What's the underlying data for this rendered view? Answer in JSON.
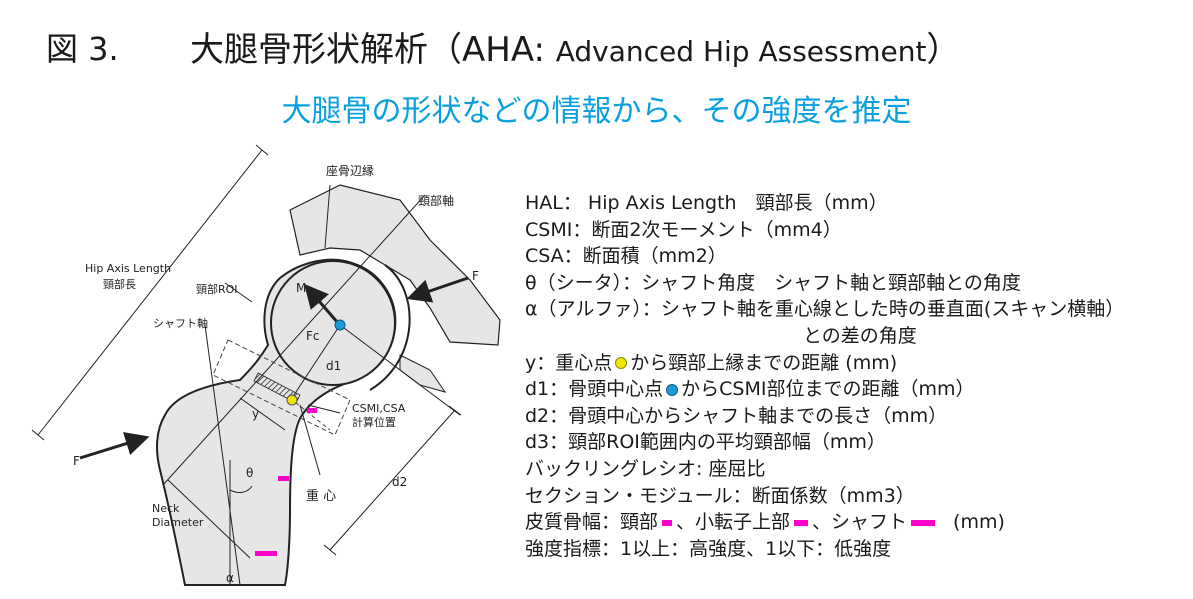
{
  "header": {
    "figure_label": "図 3.",
    "title_main": "大腿骨形状解析（AHA: ",
    "title_sub": "Advanced Hip Assessment",
    "title_close": "）",
    "subtitle": "大腿骨の形状などの情報から、その強度を推定"
  },
  "diagram": {
    "labels": {
      "acetabular_rim": "座骨辺縁",
      "neck_axis": "頸部軸",
      "hip_axis_length_en": "Hip Axis Length",
      "hip_axis_length_jp": "頸部長",
      "neck_roi": "頸部ROI",
      "shaft_axis": "シャフト軸",
      "force_top": "F",
      "force_left": "F",
      "moment": "M",
      "fc": "Fc",
      "d1": "d1",
      "d2": "d2",
      "y": "y",
      "theta": "θ",
      "csmi_csa_line1": "CSMI,CSA",
      "csmi_csa_line2": "計算位置",
      "center_of_gravity": "重 心",
      "neck_diameter_line1": "Neck",
      "neck_diameter_line2": "Diameter",
      "alpha": "α"
    },
    "colors": {
      "bone_fill": "#e6e6e6",
      "cog_dot": "#f2e600",
      "head_center_dot": "#1a9ad6",
      "cortical_marker": "#ff00cc"
    }
  },
  "legend": {
    "hal": "HAL： Hip Axis Length　頸部長（mm）",
    "csmi": "CSMI：断面2次モーメント（mm4）",
    "csa": "CSA：断面積（mm2）",
    "theta": "θ（シータ）：シャフト角度　シャフト軸と頸部軸との角度",
    "alpha_1": "α（アルファ）：シャフト軸を重心線とした時の垂直面(スキャン横軸）",
    "alpha_2": "との差の角度",
    "y_a": "y：重心点",
    "y_b": "から頸部上縁までの距離 (mm)",
    "d1_a": "d1：骨頭中心点",
    "d1_b": "からCSMI部位までの距離（mm）",
    "d2": "d2：骨頭中心からシャフト軸までの長さ（mm）",
    "d3": "d3：頸部ROI範囲内の平均頸部幅（mm）",
    "buckling": "バックリングレシオ: 座屈比",
    "section": "セクション・モジュール：断面係数（mm3）",
    "cortical_a": "皮質骨幅：頸部",
    "cortical_b": "、小転子上部",
    "cortical_c": "、シャフト",
    "cortical_unit": "(mm)",
    "strength": "強度指標：1以上：高強度、1以下：低強度"
  }
}
